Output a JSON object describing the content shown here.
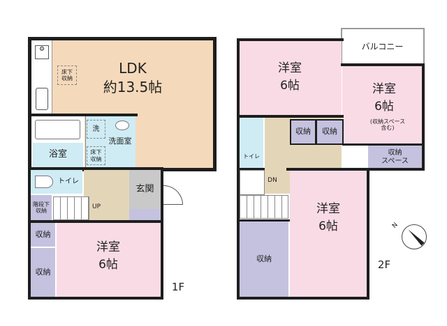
{
  "floor1": {
    "label": "1F",
    "ldk": "LDK",
    "ldk_size": "約13.5帖",
    "underfloor1": "床下\n収納",
    "bath": "浴室",
    "washer": "洗",
    "washroom": "洗面室",
    "underfloor2": "床下\n収納",
    "toilet": "トイレ",
    "genkan": "玄関",
    "under_stairs": "階段下\n収納",
    "up": "UP",
    "storage1": "収納",
    "storage2": "収納",
    "room": "洋室",
    "room_size": "6帖"
  },
  "floor2": {
    "label": "2F",
    "room1": "洋室",
    "room1_size": "6帖",
    "balcony": "バルコニー",
    "room2": "洋室",
    "room2_size": "6帖",
    "room2_note": "(収納スペース\n含む)",
    "storage_a": "収納",
    "storage_b": "収納",
    "toilet": "トイレ",
    "storage_space": "収納\nスペース",
    "dn": "DN",
    "storage_c": "収納",
    "room3": "洋室",
    "room3_size": "6帖"
  },
  "compass": {
    "label": "N",
    "icon": "compass-icon"
  }
}
